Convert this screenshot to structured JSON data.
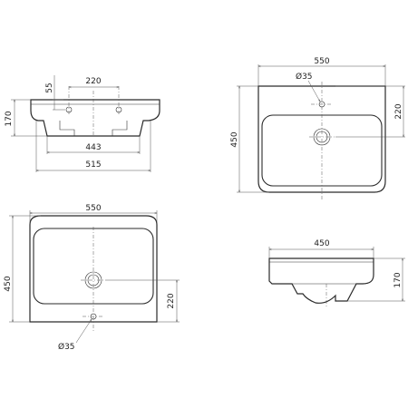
{
  "drawing": {
    "colors": {
      "line": "#2a2a2a",
      "text": "#222222",
      "background": "#ffffff"
    },
    "front_view": {
      "dim_hole_spacing": "220",
      "dim_hole_offset": "55",
      "dim_height": "170",
      "dim_inner_width": "443",
      "dim_overall_width": "515"
    },
    "top_view_right": {
      "dim_width": "550",
      "dim_depth": "450",
      "dim_hole_diameter": "Ø35",
      "dim_hole_position": "220"
    },
    "top_view_left": {
      "dim_width": "550",
      "dim_depth": "450",
      "dim_hole_diameter": "Ø35",
      "dim_hole_position": "220"
    },
    "side_view": {
      "dim_depth": "450",
      "dim_height": "170"
    }
  }
}
